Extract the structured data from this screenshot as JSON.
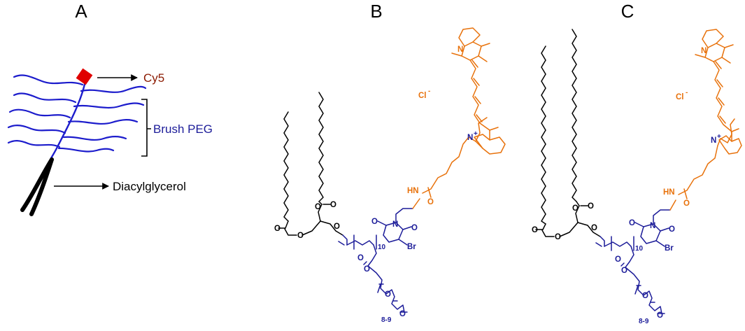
{
  "panels": {
    "a": "A",
    "b": "B",
    "c": "C"
  },
  "schematic": {
    "cy5_label": "Cy5",
    "brush_label": "Brush PEG",
    "lipid_label": "Diacylglycerol"
  },
  "atoms": {
    "cl": "Cl",
    "cl_charge": "-",
    "n": "N",
    "n_charge": "+",
    "hn": "HN",
    "o": "O",
    "br": "Br",
    "repeat_ten": "10",
    "repeat_peg": "8-9"
  },
  "colors": {
    "lipid": "#000000",
    "peg": "#1c1c99",
    "dye": "#e8720c",
    "cy5_label": "#8b1a00",
    "cy5_marker": "#e00000"
  }
}
